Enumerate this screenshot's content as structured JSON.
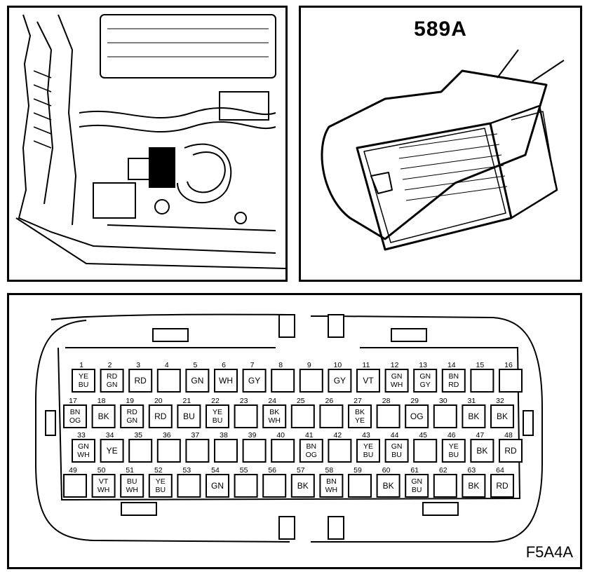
{
  "connector": {
    "title": "589A",
    "figure_code": "F5A4A"
  },
  "pins": [
    {
      "n": "1",
      "c": [
        "YE",
        "BU"
      ]
    },
    {
      "n": "2",
      "c": [
        "RD",
        "GN"
      ]
    },
    {
      "n": "3",
      "c": [
        "RD"
      ]
    },
    {
      "n": "4",
      "c": []
    },
    {
      "n": "5",
      "c": [
        "GN"
      ]
    },
    {
      "n": "6",
      "c": [
        "WH"
      ]
    },
    {
      "n": "7",
      "c": [
        "GY"
      ]
    },
    {
      "n": "8",
      "c": []
    },
    {
      "n": "9",
      "c": []
    },
    {
      "n": "10",
      "c": [
        "GY"
      ]
    },
    {
      "n": "11",
      "c": [
        "VT"
      ]
    },
    {
      "n": "12",
      "c": [
        "GN",
        "WH"
      ]
    },
    {
      "n": "13",
      "c": [
        "GN",
        "GY"
      ]
    },
    {
      "n": "14",
      "c": [
        "BN",
        "RD"
      ]
    },
    {
      "n": "15",
      "c": []
    },
    {
      "n": "16",
      "c": []
    },
    {
      "n": "17",
      "c": [
        "BN",
        "OG"
      ]
    },
    {
      "n": "18",
      "c": [
        "BK"
      ]
    },
    {
      "n": "19",
      "c": [
        "RD",
        "GN"
      ]
    },
    {
      "n": "20",
      "c": [
        "RD"
      ]
    },
    {
      "n": "21",
      "c": [
        "BU"
      ]
    },
    {
      "n": "22",
      "c": [
        "YE",
        "BU"
      ]
    },
    {
      "n": "23",
      "c": []
    },
    {
      "n": "24",
      "c": [
        "BK",
        "WH"
      ]
    },
    {
      "n": "25",
      "c": []
    },
    {
      "n": "26",
      "c": []
    },
    {
      "n": "27",
      "c": [
        "BK",
        "YE"
      ]
    },
    {
      "n": "28",
      "c": []
    },
    {
      "n": "29",
      "c": [
        "OG"
      ]
    },
    {
      "n": "30",
      "c": []
    },
    {
      "n": "31",
      "c": [
        "BK"
      ]
    },
    {
      "n": "32",
      "c": [
        "BK"
      ]
    },
    {
      "n": "33",
      "c": [
        "GN",
        "WH"
      ]
    },
    {
      "n": "34",
      "c": [
        "YE"
      ]
    },
    {
      "n": "35",
      "c": []
    },
    {
      "n": "36",
      "c": []
    },
    {
      "n": "37",
      "c": []
    },
    {
      "n": "38",
      "c": []
    },
    {
      "n": "39",
      "c": []
    },
    {
      "n": "40",
      "c": []
    },
    {
      "n": "41",
      "c": [
        "BN",
        "OG"
      ]
    },
    {
      "n": "42",
      "c": []
    },
    {
      "n": "43",
      "c": [
        "YE",
        "BU"
      ]
    },
    {
      "n": "44",
      "c": [
        "GN",
        "BU"
      ]
    },
    {
      "n": "45",
      "c": []
    },
    {
      "n": "46",
      "c": [
        "YE",
        "BU"
      ]
    },
    {
      "n": "47",
      "c": [
        "BK"
      ]
    },
    {
      "n": "48",
      "c": [
        "RD"
      ]
    },
    {
      "n": "49",
      "c": []
    },
    {
      "n": "50",
      "c": [
        "VT",
        "WH"
      ]
    },
    {
      "n": "51",
      "c": [
        "BU",
        "WH"
      ]
    },
    {
      "n": "52",
      "c": [
        "YE",
        "BU"
      ]
    },
    {
      "n": "53",
      "c": []
    },
    {
      "n": "54",
      "c": [
        "GN"
      ]
    },
    {
      "n": "55",
      "c": []
    },
    {
      "n": "56",
      "c": []
    },
    {
      "n": "57",
      "c": [
        "BK"
      ]
    },
    {
      "n": "58",
      "c": [
        "BN",
        "WH"
      ]
    },
    {
      "n": "59",
      "c": []
    },
    {
      "n": "60",
      "c": [
        "BK"
      ]
    },
    {
      "n": "61",
      "c": [
        "GN",
        "BU"
      ]
    },
    {
      "n": "62",
      "c": []
    },
    {
      "n": "63",
      "c": [
        "BK"
      ]
    },
    {
      "n": "64",
      "c": [
        "RD"
      ]
    }
  ]
}
